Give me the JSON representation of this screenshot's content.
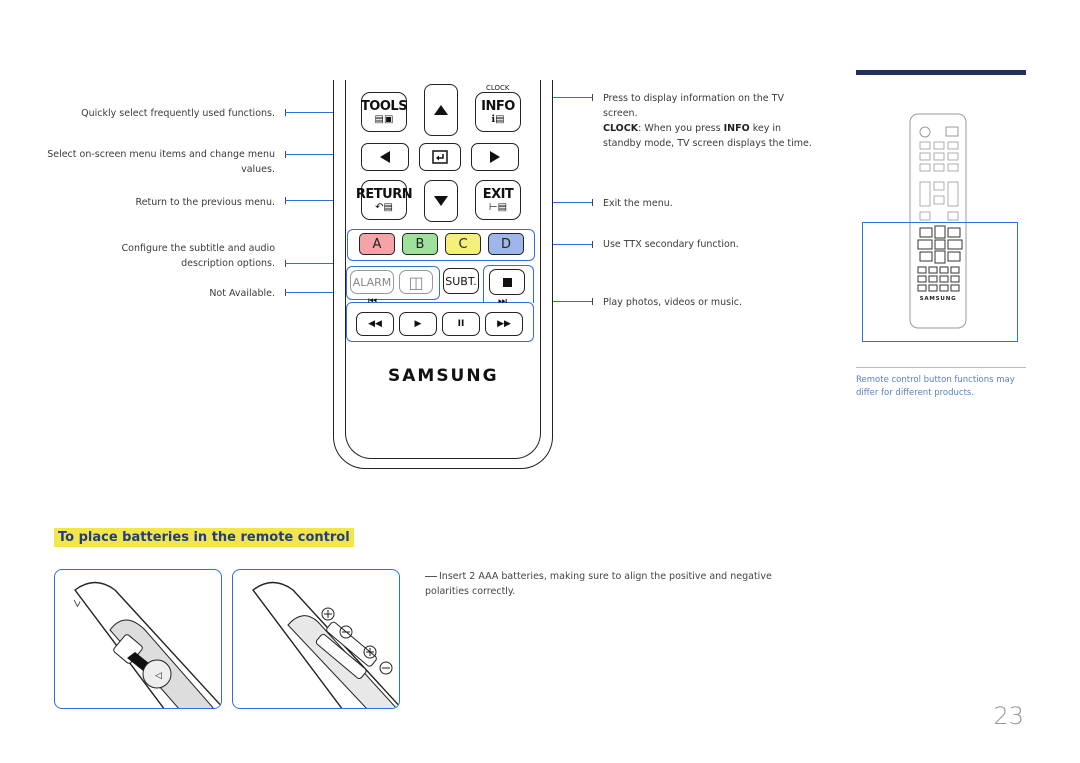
{
  "annotations_left": [
    "Quickly select frequently used functions.",
    "Select on-screen menu items and change menu values.",
    "Return to the previous menu.",
    "Configure the subtitle and audio description options.",
    "Not Available."
  ],
  "annotations_right": {
    "info_line1": "Press to display information on the TV screen.",
    "info_clock_word": "CLOCK",
    "info_line2a": ": When you press ",
    "info_info_word": "INFO",
    "info_line2b": " key in standby mode, TV screen displays the time.",
    "exit": "Exit the menu.",
    "ttx": "Use TTX secondary function.",
    "play": "Play photos, videos or music."
  },
  "remote": {
    "clock_label": "CLOCK",
    "tools": "TOOLS",
    "info": "INFO",
    "return": "RETURN",
    "exit": "EXIT",
    "color_buttons": [
      "A",
      "B",
      "C",
      "D"
    ],
    "color_button_colors": [
      "#f6a3a8",
      "#9fe09c",
      "#f4f07a",
      "#9fb6ea"
    ],
    "alarm": "ALARM",
    "subt": "SUBT.",
    "brand": "SAMSUNG"
  },
  "section_heading": "To place batteries in the remote control",
  "battery_note": "Insert 2 AAA batteries, making sure to align the positive and negative polarities correctly.",
  "mini_caption": "Remote control button functions may differ for different products.",
  "mini_brand": "SAMSUNG",
  "page_number": "23"
}
